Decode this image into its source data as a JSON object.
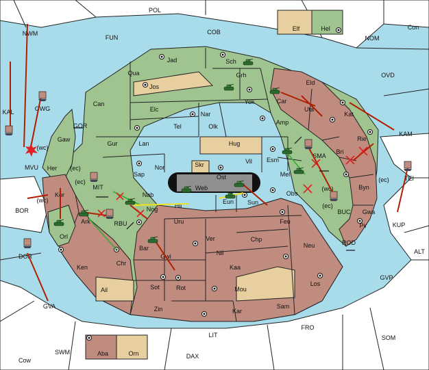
{
  "outer_regions": [
    "POL",
    "NWM",
    "FUN",
    "COB",
    "NOM",
    "OVD",
    "Con",
    "KAM",
    "GVP",
    "ALT",
    "SOM",
    "FRO",
    "LIT",
    "DAX",
    "SWM",
    "GVA",
    "BOR",
    "MVU",
    "Cow",
    "KUP",
    "BUC",
    "ROD"
  ],
  "inner_regions": [
    "Jad",
    "Sch",
    "Qua",
    "Jos",
    "Grh",
    "Can",
    "Elc",
    "Nar",
    "Yok",
    "Car",
    "Eld",
    "Uta",
    "Tel",
    "Olk",
    "Amp",
    "Kat",
    "Gur",
    "Lan",
    "Hug",
    "Vil",
    "Esm",
    "Bri",
    "Rie",
    "Sap",
    "Nor",
    "Skr",
    "Ost",
    "Mel",
    "SMA",
    "Byn",
    "Gwa",
    "Pir",
    "Web",
    "Nab",
    "Hil",
    "Nog",
    "Eun",
    "Sun",
    "Obs",
    "Kor",
    "Ark",
    "Uru",
    "Feu",
    "Ver",
    "Chp",
    "Neu",
    "Orl",
    "Bar",
    "Gwi",
    "Nil",
    "Ken",
    "Chr",
    "Kaa",
    "Los",
    "Sot",
    "Rot",
    "Mou",
    "Ail",
    "Zin",
    "Kar",
    "Sam",
    "Gaw",
    "Her",
    "KAL",
    "GWG",
    "TEI",
    "DOR",
    "GOR",
    "RBU",
    "MIT",
    "Elf",
    "Hel",
    "Aba",
    "Orn"
  ],
  "coast_tags": [
    "(wc)",
    "(ec)",
    "(wc)",
    "(ec)",
    "(wc)",
    "(ec)",
    "(ec)"
  ],
  "colors": {
    "green": "#9fc48f",
    "red": "#c08c80",
    "tan": "#e8cfa0",
    "sea": "#a9dcea",
    "order_arrow": "#b01e00",
    "support_arrow": "#2fb02f",
    "convoy_arrow": "#f0e020"
  },
  "icons": {
    "army": "army-unit-icon",
    "fleet": "fleet-unit-icon",
    "supply_center": "supply-center-icon",
    "dislodged": "dislodged-marker-icon",
    "bounce": "failed-order-x-icon"
  }
}
